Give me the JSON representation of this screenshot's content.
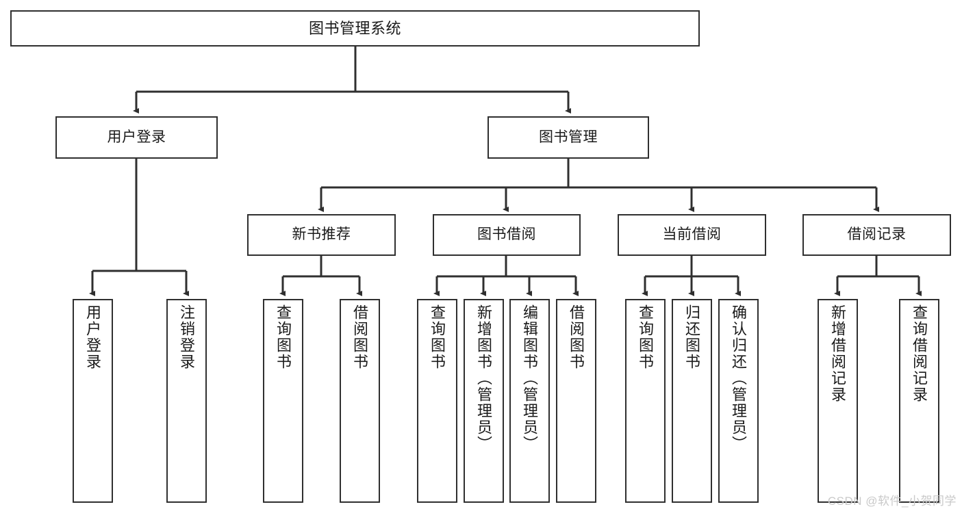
{
  "diagram": {
    "type": "hierarchy-tree",
    "title": "图书管理系统",
    "orientation": "top-down",
    "nodes": {
      "root": {
        "label": "图书管理系统"
      },
      "level2": [
        {
          "id": "user-login",
          "label": "用户登录"
        },
        {
          "id": "book-manage",
          "label": "图书管理"
        }
      ],
      "level3": [
        {
          "id": "new-book-recommend",
          "label": "新书推荐"
        },
        {
          "id": "book-borrow",
          "label": "图书借阅"
        },
        {
          "id": "current-borrow",
          "label": "当前借阅"
        },
        {
          "id": "borrow-record",
          "label": "借阅记录"
        }
      ],
      "leaves": {
        "user-login": [
          {
            "id": "leaf-user-login",
            "label": "用户登录"
          },
          {
            "id": "leaf-logout-login",
            "label": "注销登录"
          }
        ],
        "new-book-recommend": [
          {
            "id": "leaf-query-book-1",
            "label": "查询图书"
          },
          {
            "id": "leaf-borrow-book-1",
            "label": "借阅图书"
          }
        ],
        "book-borrow": [
          {
            "id": "leaf-query-book-2",
            "label": "查询图书"
          },
          {
            "id": "leaf-add-book",
            "label": "新增图书（管理员）"
          },
          {
            "id": "leaf-edit-book",
            "label": "编辑图书（管理员）"
          },
          {
            "id": "leaf-borrow-book-2",
            "label": "借阅图书"
          }
        ],
        "current-borrow": [
          {
            "id": "leaf-query-book-3",
            "label": "查询图书"
          },
          {
            "id": "leaf-return-book",
            "label": "归还图书"
          },
          {
            "id": "leaf-confirm-return",
            "label": "确认归还（管理员）"
          }
        ],
        "borrow-record": [
          {
            "id": "leaf-add-record",
            "label": "新增借阅记录"
          },
          {
            "id": "leaf-query-record",
            "label": "查询借阅记录"
          }
        ]
      }
    },
    "colors": {
      "border": "#2f2f2f",
      "fill": "#ffffff",
      "text": "#1a1a1a",
      "watermark": "#c9c9c9"
    }
  },
  "watermark": {
    "text": "CSDN @软件_小贺同学"
  }
}
